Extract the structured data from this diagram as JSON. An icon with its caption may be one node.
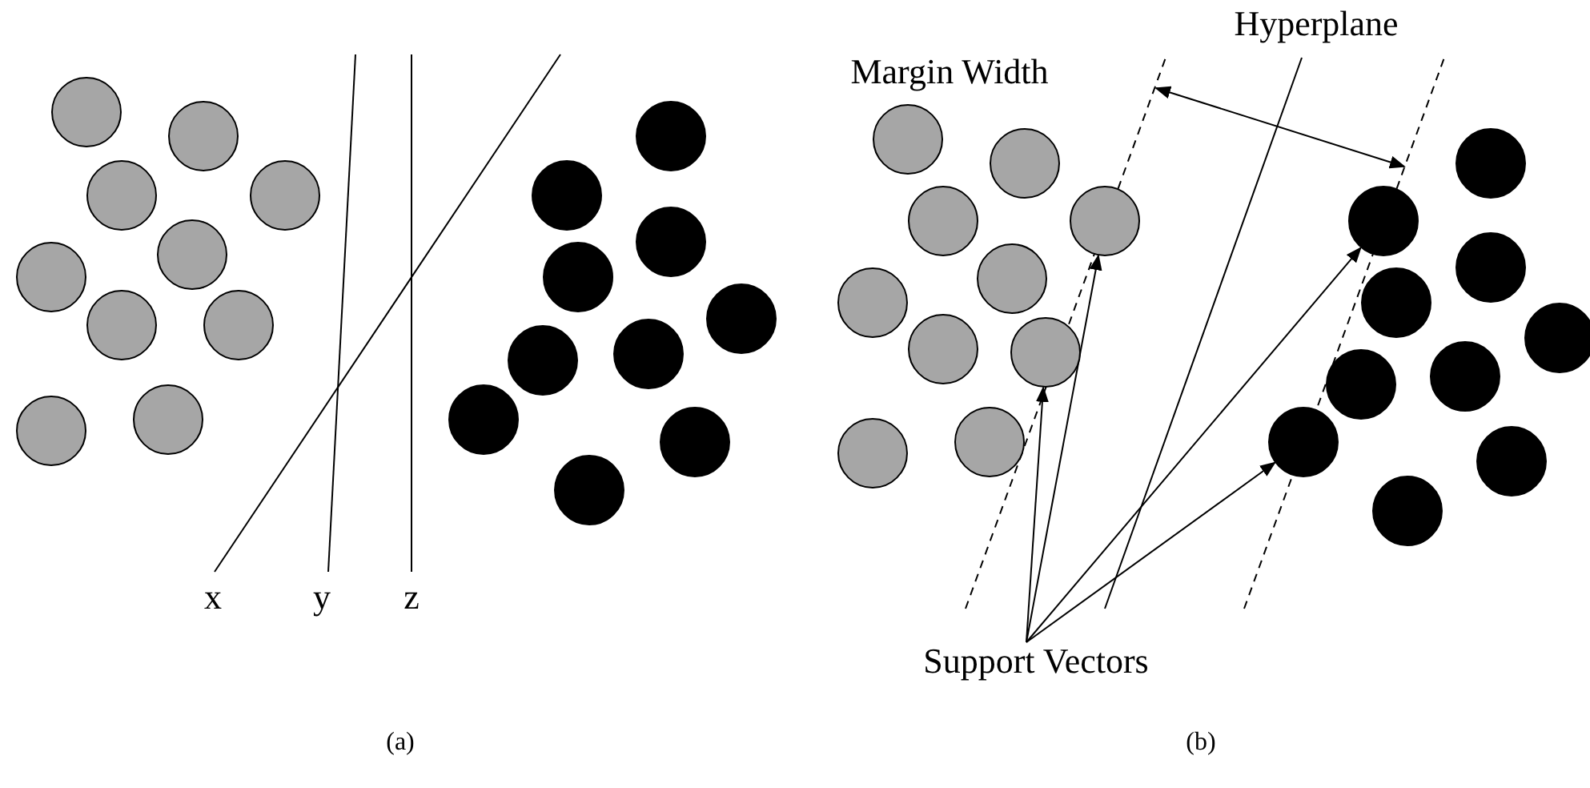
{
  "diagram": {
    "nodes": [
      {
        "text": [
          "Support Vectors"
        ]
      },
      {
        "text": [],
        "shape": "circle"
      },
      {
        "text": [],
        "shape": "circle"
      },
      {
        "text": [],
        "shape": "circle"
      },
      {
        "text": [],
        "shape": "circle"
      },
      {
        "text": [],
        "shape": "circle"
      },
      {
        "text": [],
        "shape": "circle"
      },
      {
        "text": [],
        "shape": "circle"
      },
      {
        "text": [],
        "shape": "circle"
      },
      {
        "text": [],
        "shape": "circle"
      },
      {
        "text": [],
        "shape": "circle"
      },
      {
        "text": [],
        "shape": "circle"
      },
      {
        "text": [],
        "shape": "circle"
      },
      {
        "text": [],
        "shape": "circle"
      },
      {
        "text": [],
        "shape": "circle"
      },
      {
        "text": [],
        "shape": "circle"
      },
      {
        "text": [],
        "shape": "circle"
      },
      {
        "text": [],
        "shape": "circle"
      },
      {
        "text": [],
        "shape": "circle"
      },
      {
        "text": [],
        "shape": "circle"
      },
      {
        "text": [],
        "shape": "circle"
      },
      {
        "text": [],
        "shape": "circle"
      },
      {
        "text": [],
        "shape": "circle"
      },
      {
        "text": [],
        "shape": "circle"
      },
      {
        "text": [],
        "shape": "circle"
      },
      {
        "text": [],
        "shape": "circle"
      },
      {
        "text": [],
        "shape": "circle"
      },
      {
        "text": [],
        "shape": "circle"
      },
      {
        "text": [],
        "shape": "circle"
      },
      {
        "text": [],
        "shape": "circle"
      },
      {
        "text": [],
        "shape": "circle"
      },
      {
        "text": [],
        "shape": "circle"
      },
      {
        "text": [],
        "shape": "circle"
      },
      {
        "text": [],
        "shape": "circle"
      },
      {
        "text": [],
        "shape": "circle"
      },
      {
        "text": [],
        "shape": "circle"
      },
      {
        "text": [],
        "shape": "circle"
      },
      {
        "text": [],
        "shape": "circle"
      },
      {
        "text": [],
        "shape": "circle"
      },
      {
        "text": [],
        "shape": "circle"
      },
      {
        "text": [],
        "shape": "circle"
      }
    ],
    "edges": [
      {
        "from": 0,
        "to": 24,
        "arrow": "to"
      },
      {
        "from": 0,
        "to": 28,
        "arrow": "to"
      },
      {
        "from": 0,
        "to": 32,
        "arrow": "to"
      },
      {
        "from": 0,
        "to": 38,
        "arrow": "to"
      }
    ],
    "labels": [
      "Hyperplane",
      "Margin Width",
      "x",
      "y",
      "z",
      "(a)",
      "(b)"
    ]
  }
}
